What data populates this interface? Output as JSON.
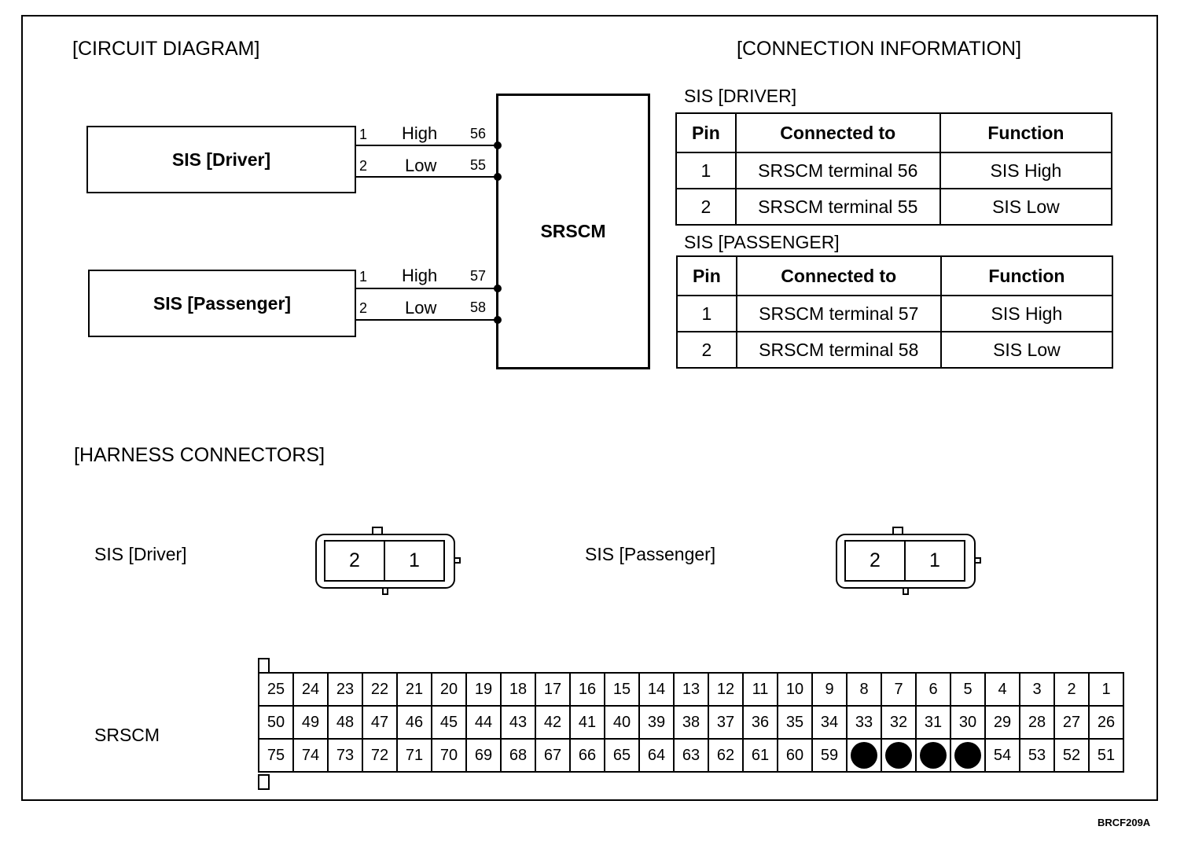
{
  "headings": {
    "circuit": "[CIRCUIT DIAGRAM]",
    "connection": "[CONNECTION INFORMATION]",
    "harness": "[HARNESS CONNECTORS]"
  },
  "circuit": {
    "module": "SRSCM",
    "driver": {
      "name": "SIS [Driver]",
      "wires": [
        {
          "pin": "1",
          "signal": "High",
          "terminal": "56"
        },
        {
          "pin": "2",
          "signal": "Low",
          "terminal": "55"
        }
      ]
    },
    "passenger": {
      "name": "SIS [Passenger]",
      "wires": [
        {
          "pin": "1",
          "signal": "High",
          "terminal": "57"
        },
        {
          "pin": "2",
          "signal": "Low",
          "terminal": "58"
        }
      ]
    }
  },
  "connection_info": {
    "headers": [
      "Pin",
      "Connected to",
      "Function"
    ],
    "driver": {
      "title": "SIS [DRIVER]",
      "rows": [
        [
          "1",
          "SRSCM terminal 56",
          "SIS High"
        ],
        [
          "2",
          "SRSCM terminal 55",
          "SIS Low"
        ]
      ]
    },
    "passenger": {
      "title": "SIS [PASSENGER]",
      "rows": [
        [
          "1",
          "SRSCM terminal 57",
          "SIS High"
        ],
        [
          "2",
          "SRSCM terminal 58",
          "SIS Low"
        ]
      ]
    }
  },
  "harness": {
    "driver_label": "SIS [Driver]",
    "passenger_label": "SIS [Passenger]",
    "connector_pins": [
      "2",
      "1"
    ],
    "srscm_label": "SRSCM",
    "srscm_rows": [
      [
        "25",
        "24",
        "23",
        "22",
        "21",
        "20",
        "19",
        "18",
        "17",
        "16",
        "15",
        "14",
        "13",
        "12",
        "11",
        "10",
        "9",
        "8",
        "7",
        "6",
        "5",
        "4",
        "3",
        "2",
        "1"
      ],
      [
        "50",
        "49",
        "48",
        "47",
        "46",
        "45",
        "44",
        "43",
        "42",
        "41",
        "40",
        "39",
        "38",
        "37",
        "36",
        "35",
        "34",
        "33",
        "32",
        "31",
        "30",
        "29",
        "28",
        "27",
        "26"
      ],
      [
        "75",
        "74",
        "73",
        "72",
        "71",
        "70",
        "69",
        "68",
        "67",
        "66",
        "65",
        "64",
        "63",
        "62",
        "61",
        "60",
        "59",
        "",
        "",
        "",
        "",
        "54",
        "53",
        "52",
        "51"
      ]
    ],
    "used_pins_note": "filled"
  },
  "figure_code": "BRCF209A"
}
